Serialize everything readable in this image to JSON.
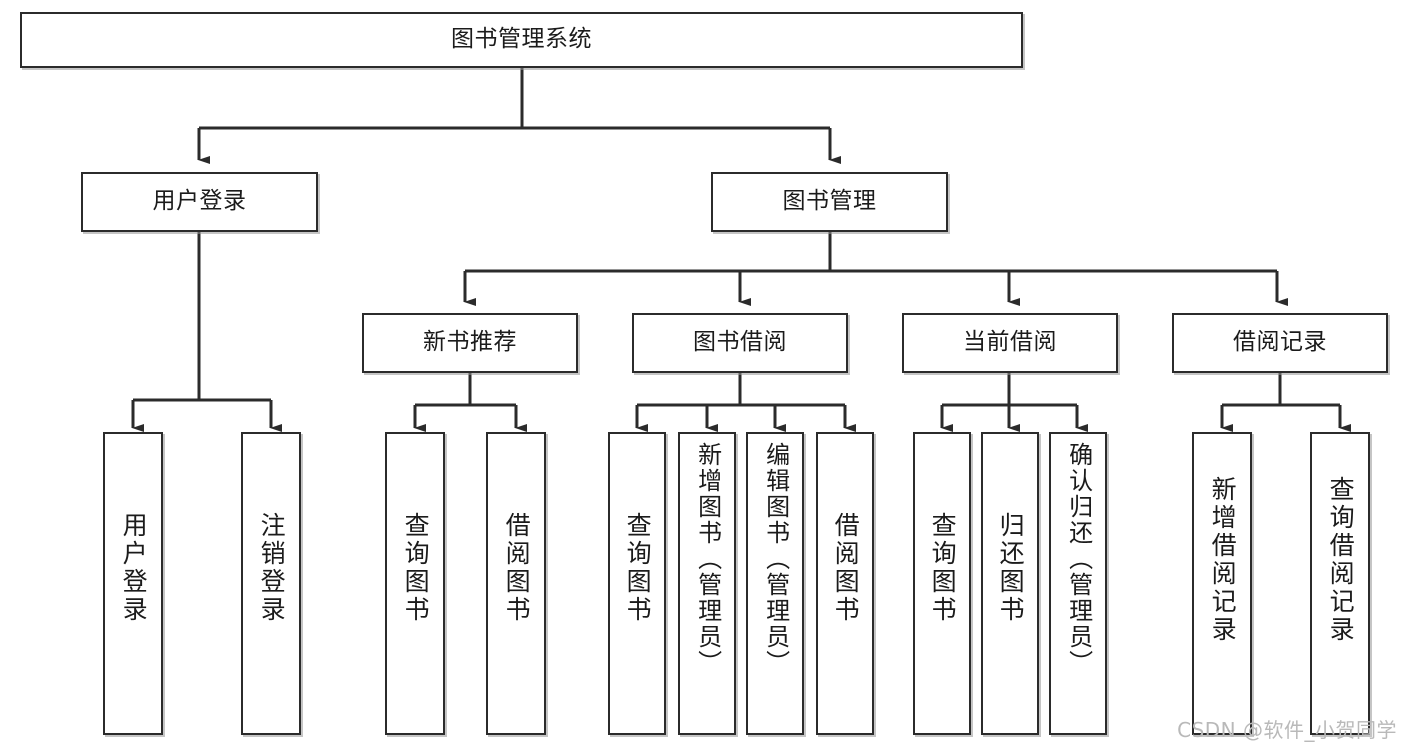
{
  "diagram": {
    "title": "图书管理系统",
    "type": "tree-hierarchy",
    "watermark": "CSDN @软件_小贺同学",
    "colors": {
      "box_border": "#2b2b2b",
      "box_fill": "#ffffff",
      "line": "#2b2b2b",
      "text": "#1b1b1b",
      "watermark": "#b9b9b9"
    },
    "root": {
      "label": "图书管理系统"
    },
    "level2": [
      {
        "label": "用户登录"
      },
      {
        "label": "图书管理"
      }
    ],
    "level3": [
      {
        "label": "新书推荐",
        "parent": "图书管理"
      },
      {
        "label": "图书借阅",
        "parent": "图书管理"
      },
      {
        "label": "当前借阅",
        "parent": "图书管理"
      },
      {
        "label": "借阅记录",
        "parent": "图书管理"
      }
    ],
    "leaves": {
      "user_login": [
        {
          "label": "用户登录"
        },
        {
          "label": "注销登录"
        }
      ],
      "new_book_recommend": [
        {
          "label": "查询图书"
        },
        {
          "label": "借阅图书"
        }
      ],
      "book_borrow": [
        {
          "label": "查询图书"
        },
        {
          "label": "新增图书（管理员）"
        },
        {
          "label": "编辑图书（管理员）"
        },
        {
          "label": "借阅图书"
        }
      ],
      "current_borrow": [
        {
          "label": "查询图书"
        },
        {
          "label": "归还图书"
        },
        {
          "label": "确认归还（管理员）"
        }
      ],
      "borrow_records": [
        {
          "label": "新增借阅记录"
        },
        {
          "label": "查询借阅记录"
        }
      ]
    }
  }
}
